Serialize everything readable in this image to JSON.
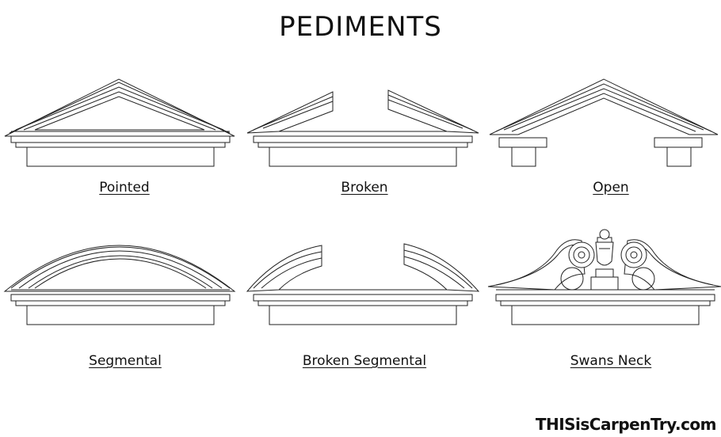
{
  "page": {
    "title": "PEDIMENTS",
    "brand": "THISisCarpenTry.com"
  },
  "pediments": [
    {
      "label": "Pointed"
    },
    {
      "label": "Broken"
    },
    {
      "label": "Open"
    },
    {
      "label": "Segmental"
    },
    {
      "label": "Broken Segmental"
    },
    {
      "label": "Swans Neck"
    }
  ]
}
